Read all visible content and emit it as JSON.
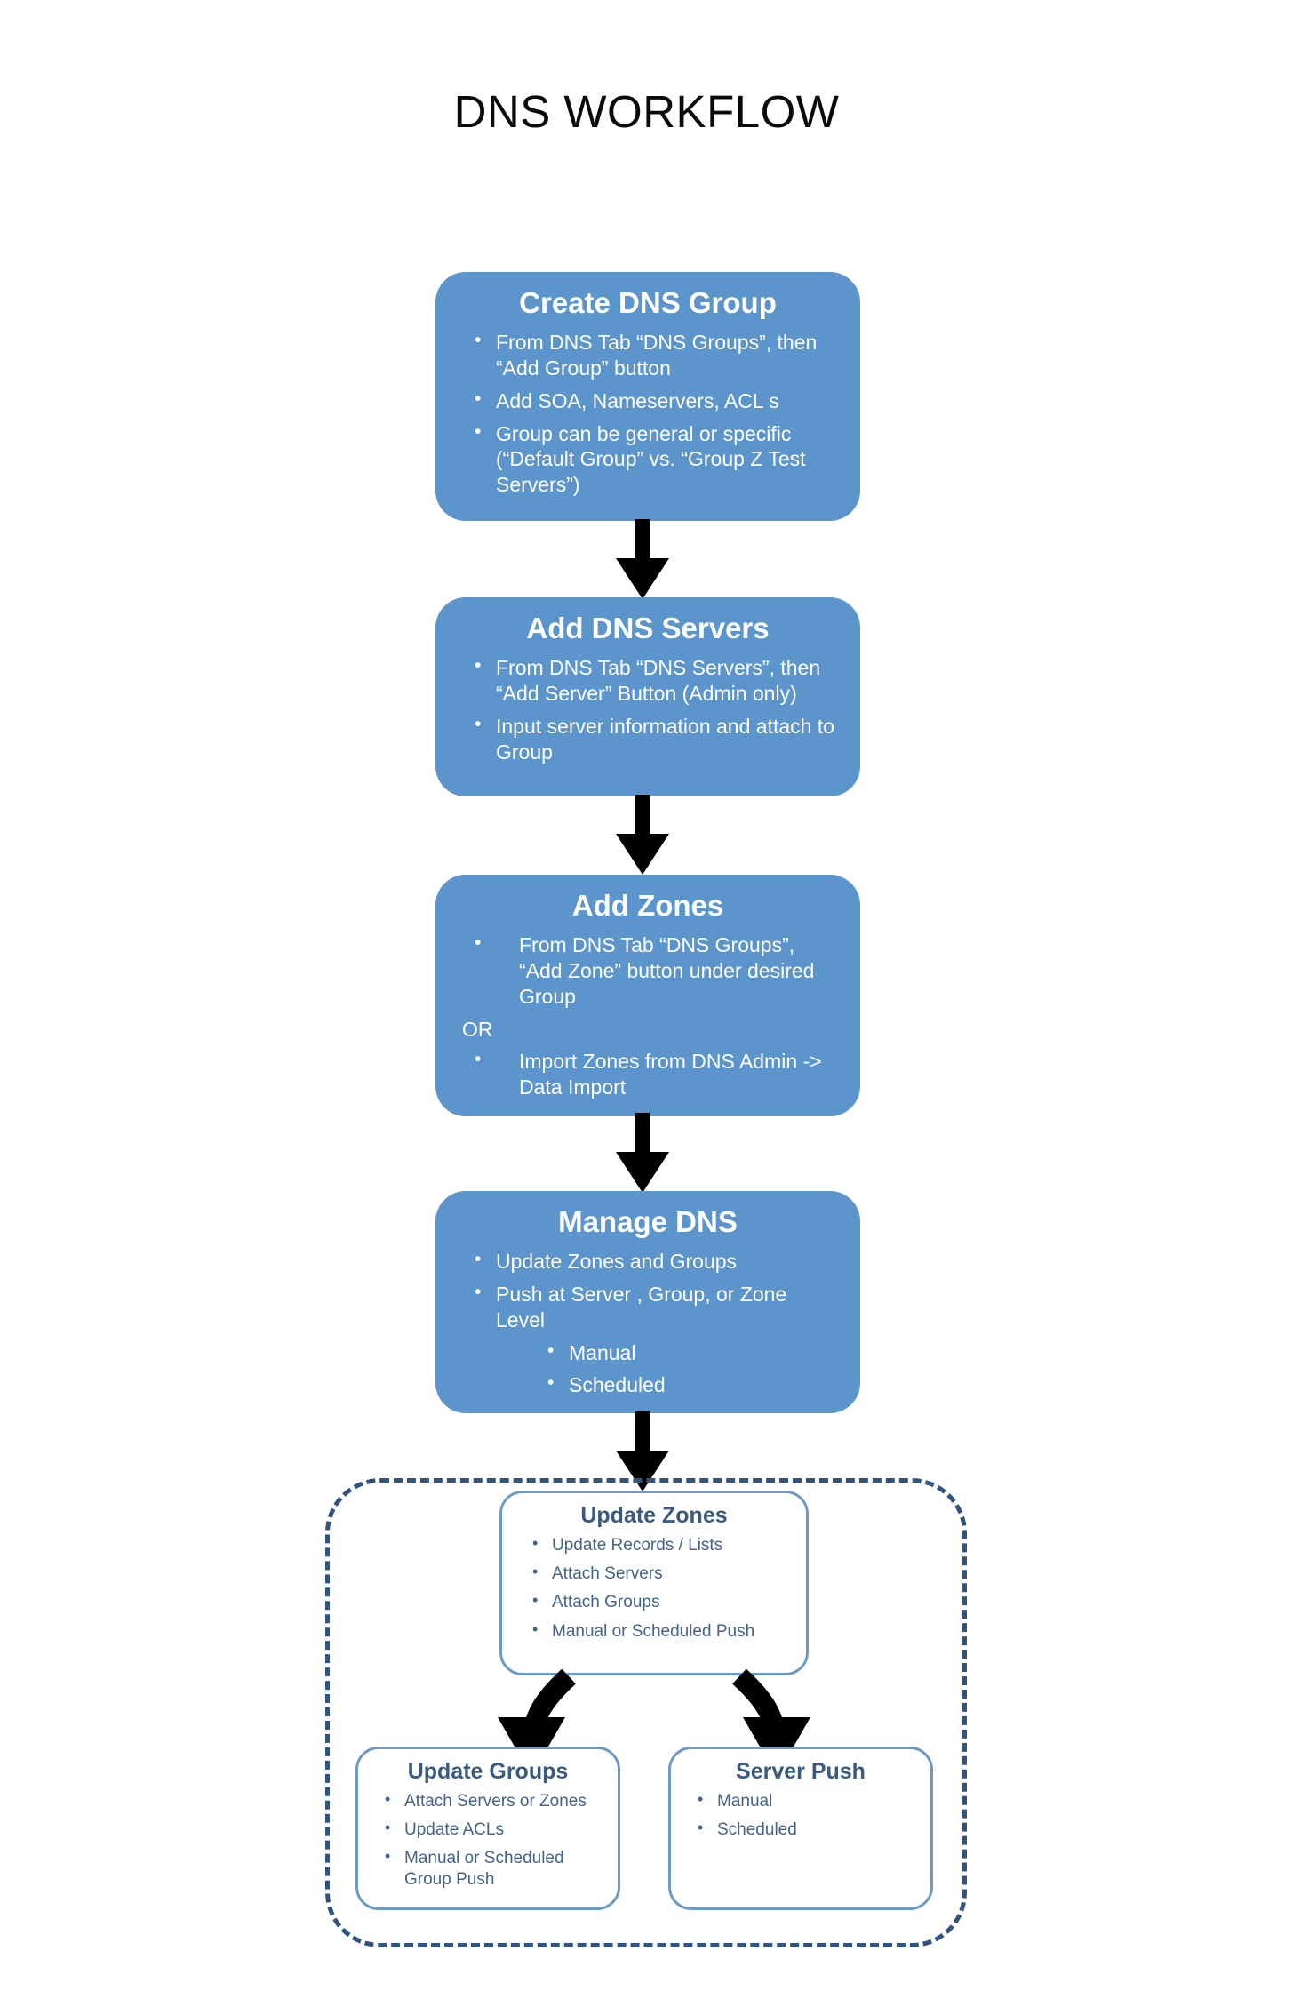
{
  "page": {
    "title": "DNS WORKFLOW",
    "background_color": "#ffffff"
  },
  "colors": {
    "process_box_fill": "#5B95CB",
    "process_box_text": "#ffffff",
    "sub_box_border": "#6C9AC6",
    "sub_box_heading": "#3B5A80",
    "sub_box_text": "#44638A",
    "dashed_group_border": "#305480",
    "arrow_color": "#000000"
  },
  "process_steps": [
    {
      "id": "create-dns-group",
      "title": "Create DNS Group",
      "items": [
        {
          "level": 1,
          "text": "From DNS Tab “DNS Groups”, then “Add Group” button"
        },
        {
          "level": 1,
          "text": "Add SOA, Nameservers, ACL s"
        },
        {
          "level": 1,
          "text": "Group can be general or specific (“Default Group” vs. “Group Z Test Servers”)"
        }
      ]
    },
    {
      "id": "add-dns-servers",
      "title": "Add DNS Servers",
      "items": [
        {
          "level": 1,
          "text": "From DNS Tab “DNS Servers”, then “Add Server” Button (Admin only)"
        },
        {
          "level": 1,
          "text": "Input server information and attach to Group"
        }
      ]
    },
    {
      "id": "add-zones",
      "title": "Add  Zones",
      "items": [
        {
          "level": 1,
          "text": "From DNS Tab “DNS Groups”, “Add Zone” button under desired Group"
        },
        {
          "level": 0,
          "text": "OR"
        },
        {
          "level": 1,
          "text": "Import Zones from DNS Admin -> Data Import"
        }
      ]
    },
    {
      "id": "manage-dns",
      "title": "Manage DNS",
      "items": [
        {
          "level": 1,
          "text": "Update Zones and Groups"
        },
        {
          "level": 1,
          "text": "Push at Server , Group, or Zone Level"
        },
        {
          "level": 2,
          "text": "Manual"
        },
        {
          "level": 2,
          "text": "Scheduled"
        }
      ]
    }
  ],
  "sub_boxes": [
    {
      "id": "update-zones",
      "title": "Update Zones",
      "items": [
        "Update Records / Lists",
        "Attach Servers",
        "Attach Groups",
        "Manual or Scheduled Push"
      ]
    },
    {
      "id": "update-groups",
      "title": "Update Groups",
      "items": [
        "Attach Servers or Zones",
        "Update ACLs",
        "Manual or Scheduled Group Push"
      ]
    },
    {
      "id": "server-push",
      "title": "Server Push",
      "items": [
        "Manual",
        "Scheduled"
      ]
    }
  ]
}
